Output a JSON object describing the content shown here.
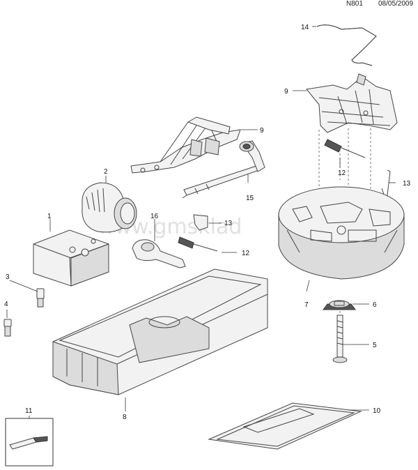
{
  "header": {
    "diagram_code": "N801",
    "date": "08/05/2009"
  },
  "watermark": "www.gmsklad",
  "callouts": [
    "1",
    "2",
    "3",
    "4",
    "5",
    "6",
    "7",
    "8",
    "9",
    "9",
    "10",
    "11",
    "12",
    "12",
    "13",
    "13",
    "14",
    "15",
    "16"
  ],
  "colors": {
    "line": "#444444",
    "fill_light": "#f2f2f2",
    "fill_mid": "#dcdcdc",
    "watermark": "#c8c8c8"
  }
}
